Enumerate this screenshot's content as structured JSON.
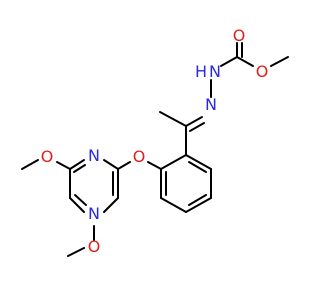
{
  "molecule": {
    "atom_labels": {
      "o_carbonyl": "O",
      "o_ester": "O",
      "n_hydrazide": "N",
      "h_hydrazide": "H",
      "n_imine": "N",
      "o_aryl_ether": "O",
      "n_pyrimidine_upper": "N",
      "n_pyrimidine_lower": "N",
      "o_methoxy_upper": "O",
      "o_methoxy_lower": "O"
    }
  },
  "colors": {
    "bond": "#000000",
    "nitrogen": "#2a2adf",
    "oxygen": "#e0221c",
    "background": "#ffffff"
  }
}
